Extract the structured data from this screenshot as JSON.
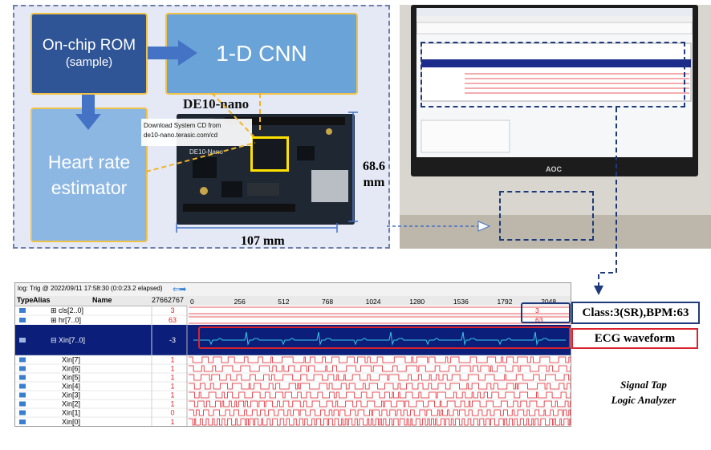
{
  "blocks": {
    "rom_main": "On-chip ROM",
    "rom_sub": "(sample)",
    "cnn": "1-D CNN",
    "hr_line1": "Heart rate",
    "hr_line2": "estimator"
  },
  "board": {
    "label": "DE10-nano",
    "width_label": "107 mm",
    "height_value": "68.6",
    "height_unit": "mm",
    "cd_line1": "Download System CD from",
    "cd_line2": "de10-nano.terasic.com/cd"
  },
  "photo": {
    "brand": "AOC"
  },
  "signal_tap": {
    "log_title": "log: Trig @ 2022/09/11 17:58:30 (0:0:23.2 elapsed)",
    "col_type": "Type",
    "col_alias": "Alias",
    "col_name": "Name",
    "col_cursor": "2766",
    "col_cursor2": "2767",
    "ticks": [
      "0",
      "256",
      "512",
      "768",
      "1024",
      "1280",
      "1536",
      "1792",
      "2048"
    ],
    "rows": [
      {
        "name": "cls[2..0]",
        "value": "3",
        "bus_value": "3"
      },
      {
        "name": "hr[7..0]",
        "value": "63",
        "bus_value": "63"
      },
      {
        "name": "Xin[7..0]",
        "value": "-3"
      },
      {
        "name": "Xin[7]",
        "value": "1"
      },
      {
        "name": "Xin[6]",
        "value": "1"
      },
      {
        "name": "Xin[5]",
        "value": "1"
      },
      {
        "name": "Xin[4]",
        "value": "1"
      },
      {
        "name": "Xin[3]",
        "value": "1"
      },
      {
        "name": "Xin[2]",
        "value": "1"
      },
      {
        "name": "Xin[1]",
        "value": "0"
      },
      {
        "name": "Xin[0]",
        "value": "1"
      }
    ]
  },
  "callouts": {
    "class_bpm": "Class:3(SR),BPM:63",
    "ecg": "ECG waveform"
  },
  "caption": {
    "line1": "Signal Tap",
    "line2": "Logic Analyzer"
  },
  "colors": {
    "rom_blue": "#2f5597",
    "cnn_blue": "#6aa3d8",
    "hr_blue": "#8db7e3",
    "accent_gold": "#f0c24a",
    "trace_red": "#e0202a",
    "bus_navy": "#0b1f7a",
    "ecg_cyan": "#37c8e8"
  }
}
